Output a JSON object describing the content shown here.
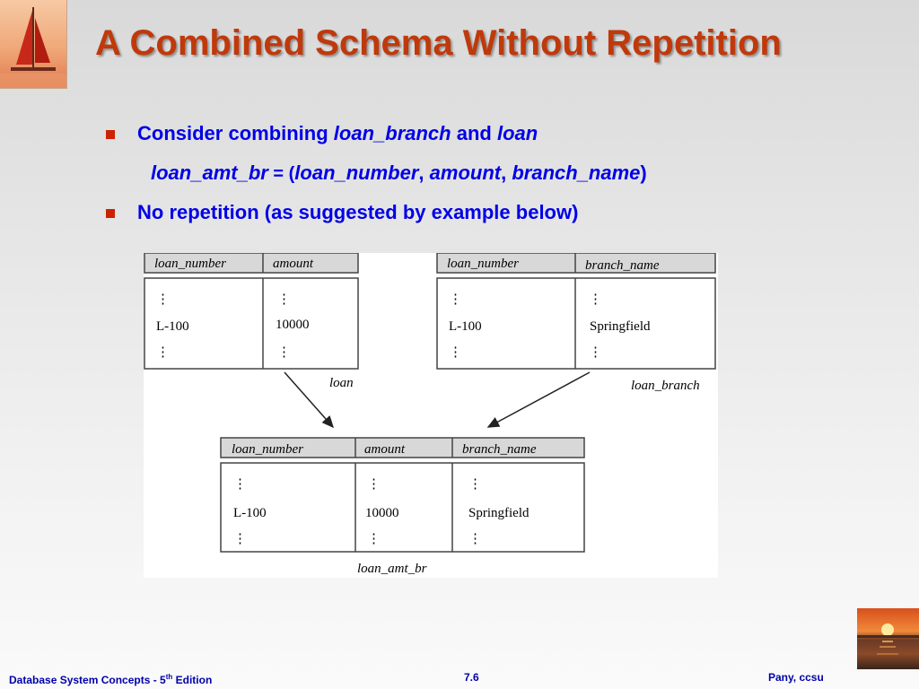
{
  "slide": {
    "title": "A Combined Schema Without Repetition",
    "bullet1": {
      "prefix": "Consider combining ",
      "rel1": "loan_branch",
      "and": " and ",
      "rel2": "loan"
    },
    "schema": {
      "name": "loan_amt_br",
      "eq_open": " = (",
      "attr1": "loan_number",
      "sep1": ", ",
      "attr2": "amount",
      "sep2": ", ",
      "attr3": "branch_name",
      "close": ")"
    },
    "bullet2": "No repetition (as suggested by example below)"
  },
  "figure": {
    "loan": {
      "caption": "loan",
      "headers": [
        "loan_number",
        "amount"
      ],
      "values": [
        "L-100",
        "10000"
      ]
    },
    "loan_branch": {
      "caption": "loan_branch",
      "headers": [
        "loan_number",
        "branch_name"
      ],
      "values": [
        "L-100",
        "Springfield"
      ]
    },
    "loan_amt_br": {
      "caption": "loan_amt_br",
      "headers": [
        "loan_number",
        "amount",
        "branch_name"
      ],
      "values": [
        "L-100",
        "10000",
        "Springfield"
      ]
    },
    "ellipsis": "⋮"
  },
  "footer": {
    "book": "Database System Concepts - 5",
    "book_sup": "th",
    "book_suffix": " Edition",
    "page": "7.6",
    "author": "Pany, ccsu"
  },
  "colors": {
    "title": "#c0390b",
    "text": "#0000e6",
    "bullet": "#cc2200",
    "footer": "#0000aa"
  }
}
